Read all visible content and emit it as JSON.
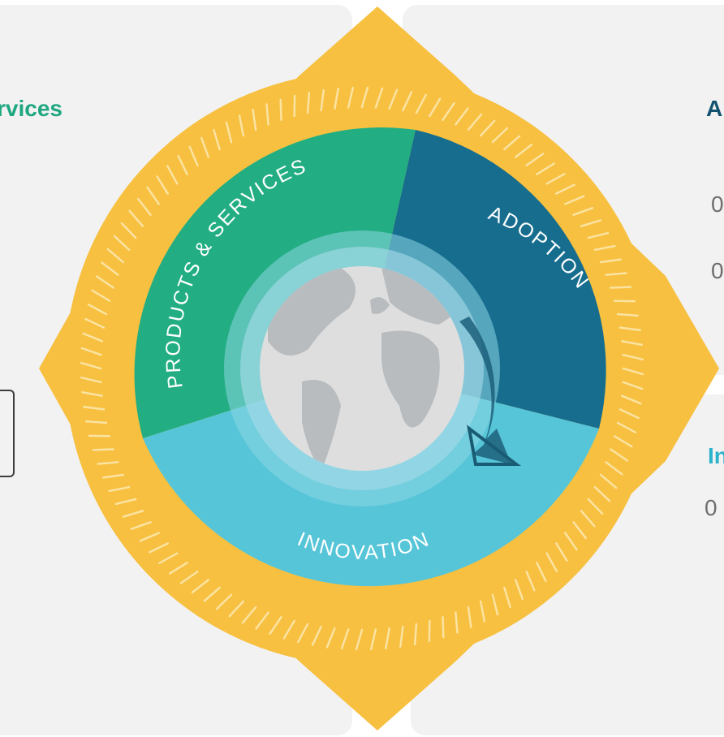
{
  "panels": {
    "left_heading": "rvices",
    "right_top_heading": "A",
    "right_bottom_heading": "In",
    "right_top_items": [
      "0",
      "0"
    ],
    "right_bottom_items": [
      "0"
    ]
  },
  "wheel": {
    "segments": [
      {
        "label": "PRODUCTS & SERVICES",
        "color": "#22ae82"
      },
      {
        "label": "ADOPTION",
        "color": "#166d8e"
      },
      {
        "label": "INNOVATION",
        "color": "#56c5d8"
      }
    ],
    "ring_color": "#f7c040",
    "tick_color": "#fbe3a2",
    "globe_color": "#dedede",
    "land_color": "#b8bcbf"
  }
}
